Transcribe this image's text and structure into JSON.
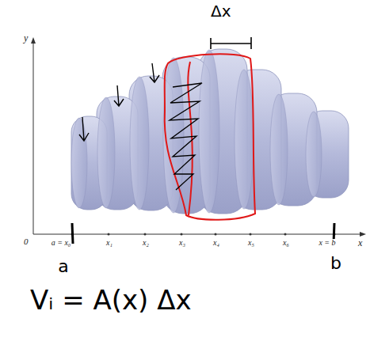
{
  "diagram": {
    "labels": [
      "y",
      "x",
      "0",
      "a = x₀",
      "x₁",
      "x₂",
      "x₃",
      "x₄",
      "x₅",
      "x₆",
      "x = b",
      "Δx",
      "a",
      "b",
      "Vᵢ = A(x) Δx"
    ]
  }
}
